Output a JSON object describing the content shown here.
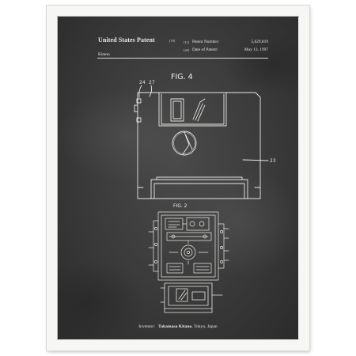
{
  "patent_header": {
    "title": "United States Patent",
    "title_code": "[19]",
    "inventor_short": "Kitano",
    "patent_number_code": "[11]",
    "patent_number_label": "Patent Number:",
    "patent_number": "5,629,819",
    "date_code": "[45]",
    "date_label": "Date of Patent:",
    "date_value": "May 13, 1997"
  },
  "figures": {
    "fig4_label": "FIG. 4",
    "fig2_label": "FIG. 2"
  },
  "reference_numerals": {
    "n24": "24",
    "n27": "27",
    "n23": "23"
  },
  "footer": {
    "inventor_label": "Inventor:",
    "inventor_name": "Takamasa Kitano",
    "location": ", Tokyo, Japan"
  },
  "colors": {
    "chalkboard": "#3a3a3a",
    "chalk_line": "#e8e8e4",
    "frame": "#f6f6f4"
  },
  "icons": {
    "floppy_disk": "floppy-disk-drawing-icon",
    "drive_mechanism": "disk-drive-mechanism-drawing-icon",
    "cartridge_end": "cartridge-end-view-drawing-icon"
  }
}
